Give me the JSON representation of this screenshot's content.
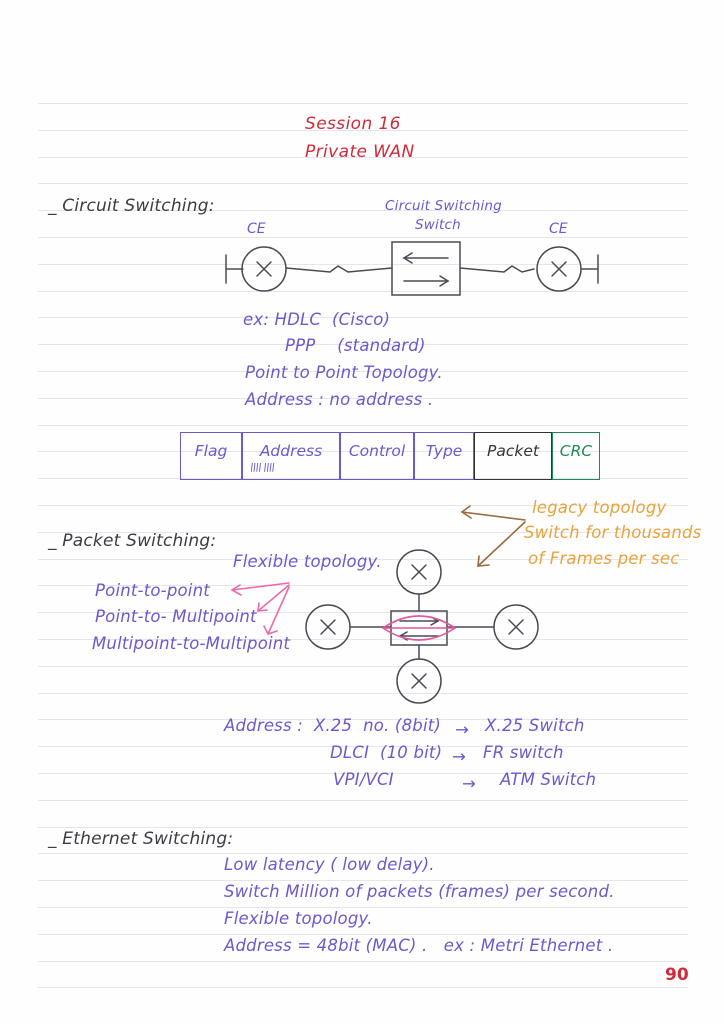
{
  "page": {
    "number": "90",
    "paper": {
      "line_color": "#e3e6ea",
      "background": "#fefefe"
    }
  },
  "title": {
    "line1": "Session 16",
    "line2": "Private WAN",
    "color": "#cf2b3a"
  },
  "sections": {
    "circuit_switching": {
      "heading": "_ Circuit Switching:",
      "diagram": {
        "left_node_label": "CE",
        "right_node_label": "CE",
        "node_glyph": "X",
        "switch_label_line1": "Circuit Switching",
        "switch_label_line2": "Switch",
        "switch_arrow_top": "left",
        "switch_arrow_bottom": "right"
      },
      "notes": [
        "ex: HDLC  (Cisco)",
        "PPP    (standard)",
        "Point to Point Topology.",
        "Address : no address ."
      ]
    },
    "frame_table": {
      "cells": [
        {
          "label": "Flag",
          "color": "#6a5acd",
          "width": 62,
          "sub": ""
        },
        {
          "label": "Address",
          "color": "#6a5acd",
          "width": 98,
          "sub": "\\\\\\\\ \\\\\\\\"
        },
        {
          "label": "Control",
          "color": "#6a5acd",
          "width": 74,
          "sub": ""
        },
        {
          "label": "Type",
          "color": "#6a5acd",
          "width": 60,
          "sub": ""
        },
        {
          "label": "Packet",
          "color": "#34343c",
          "width": 78,
          "sub": ""
        },
        {
          "label": "CRC",
          "color": "#1f8a55",
          "width": 48,
          "sub": ""
        }
      ]
    },
    "packet_switching": {
      "heading": "_ Packet Switching:",
      "flexible_topology": "Flexible topology.",
      "topology_list": [
        "Point-to-point",
        "Point-to- Multipoint",
        "Multipoint-to-Multipoint"
      ],
      "annotation": [
        "legacy topology",
        "Switch for thousands",
        "of Frames per sec"
      ],
      "annotation_color": "#e8a33d",
      "node_glyph": "X",
      "address_rows": [
        {
          "left": "Address :  X.25  no. (8bit)",
          "arrow": "→",
          "right": "X.25 Switch"
        },
        {
          "left": "DLCI  (10 bit)",
          "arrow": "→",
          "right": "FR switch"
        },
        {
          "left": "VPI/VCI",
          "arrow": "→",
          "right": "ATM Switch"
        }
      ]
    },
    "ethernet_switching": {
      "heading": "_ Ethernet Switching:",
      "notes": [
        "Low latency ( low delay).",
        "Switch Million of packets (frames) per second.",
        "Flexible topology.",
        "Address = 48bit (MAC) .   ex : Metri Ethernet ."
      ]
    }
  }
}
